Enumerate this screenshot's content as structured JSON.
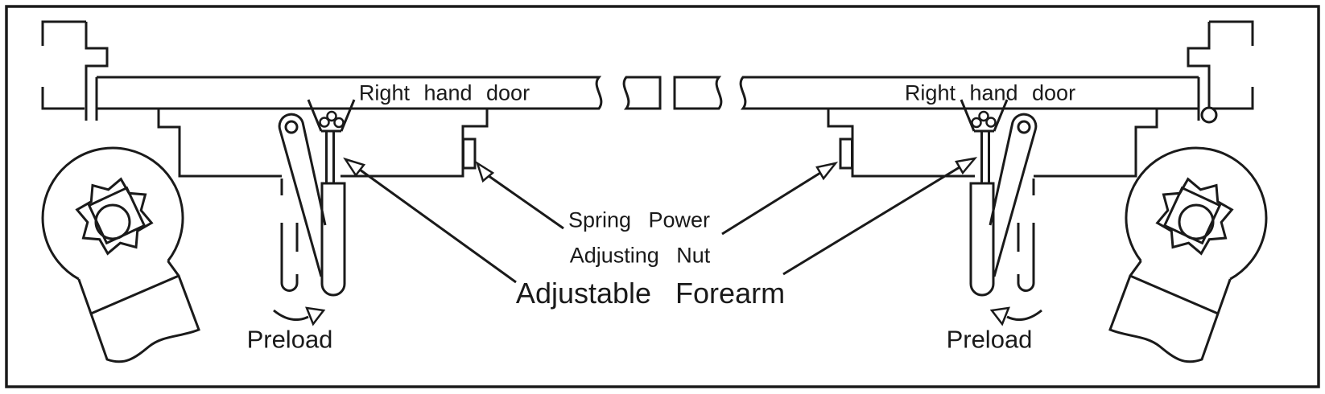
{
  "colors": {
    "ink": "#1a1a1a",
    "background": "#ffffff"
  },
  "doors": {
    "left_label": "Right hand door",
    "right_label": "Right hand door"
  },
  "annotations": {
    "spring_power_line1": "Spring Power",
    "spring_power_line2": "Adjusting Nut",
    "forearm_label": "Adjustable Forearm",
    "preload_left": "Preload",
    "preload_right": "Preload"
  }
}
